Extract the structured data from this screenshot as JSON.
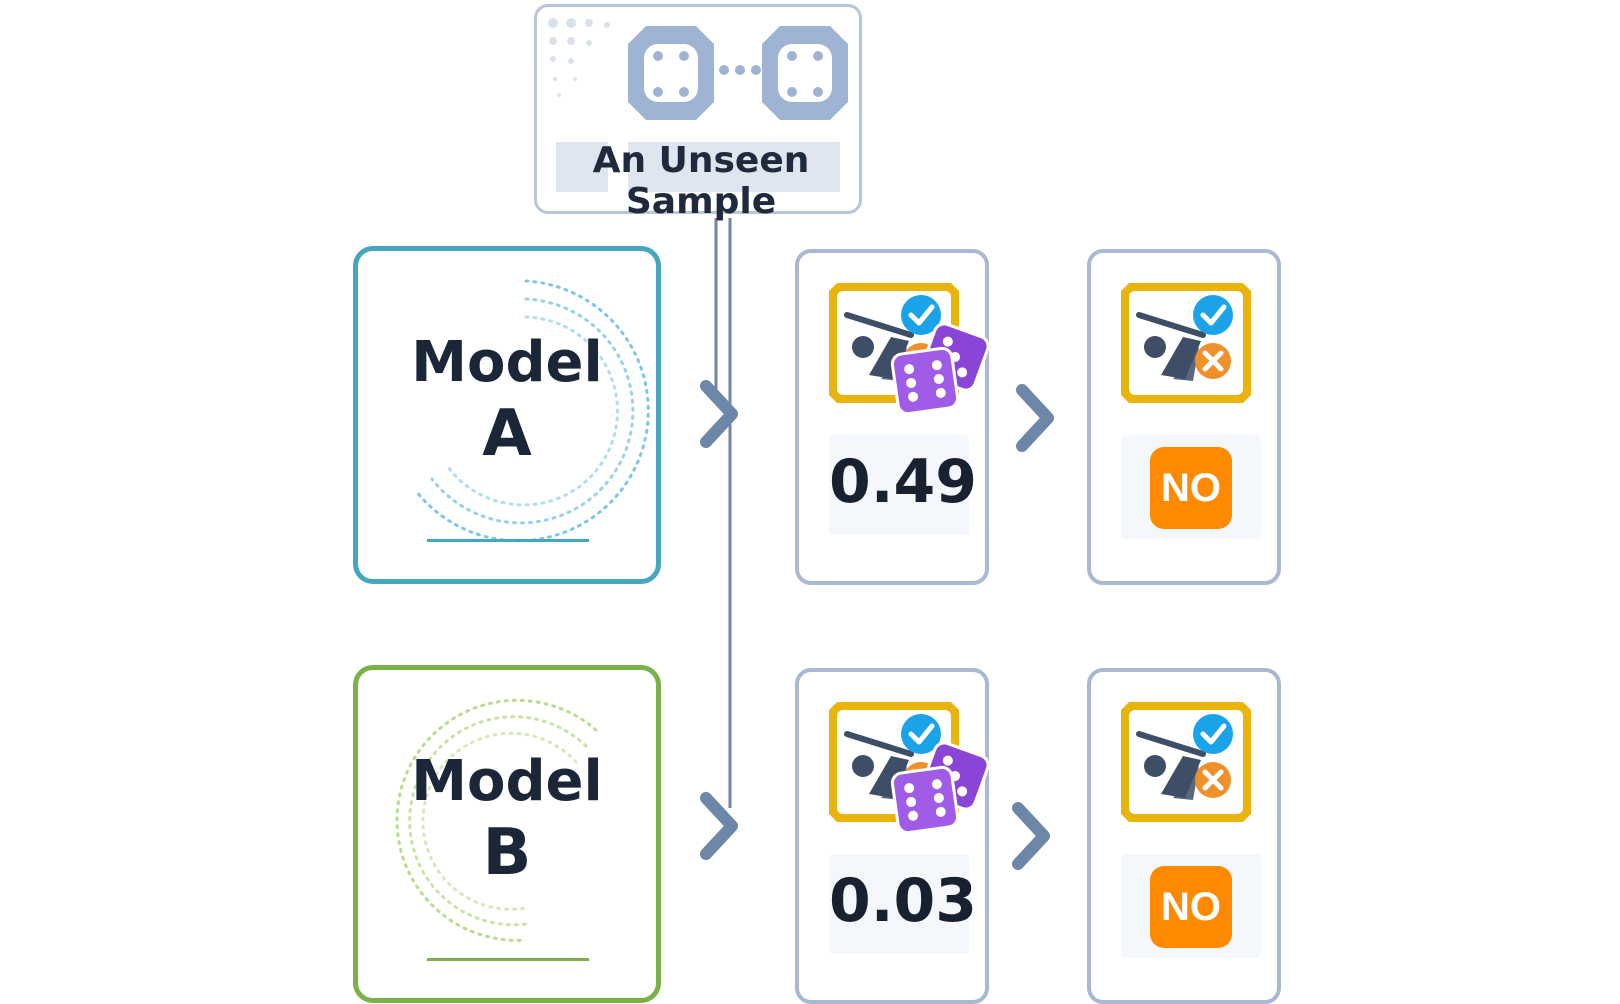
{
  "sample": {
    "title": "An Unseen Sample"
  },
  "rows": [
    {
      "model_label": "Model",
      "model_letter": "A",
      "score": "0.49",
      "decision": "NO",
      "accent": "#46a6bd"
    },
    {
      "model_label": "Model",
      "model_letter": "B",
      "score": "0.03",
      "decision": "NO",
      "accent": "#7ab247"
    }
  ],
  "colors": {
    "card_border": "#a9b9d3",
    "arrow": "#6d87a8",
    "badge": "#ff8a00",
    "icon_frame": "#e9b50c",
    "dice": "#a05ce6",
    "check": "#1aa3e8"
  },
  "icons": [
    "dice-icon",
    "check-icon",
    "cross-icon",
    "golf-swing-icon",
    "chevron-right-icon"
  ]
}
